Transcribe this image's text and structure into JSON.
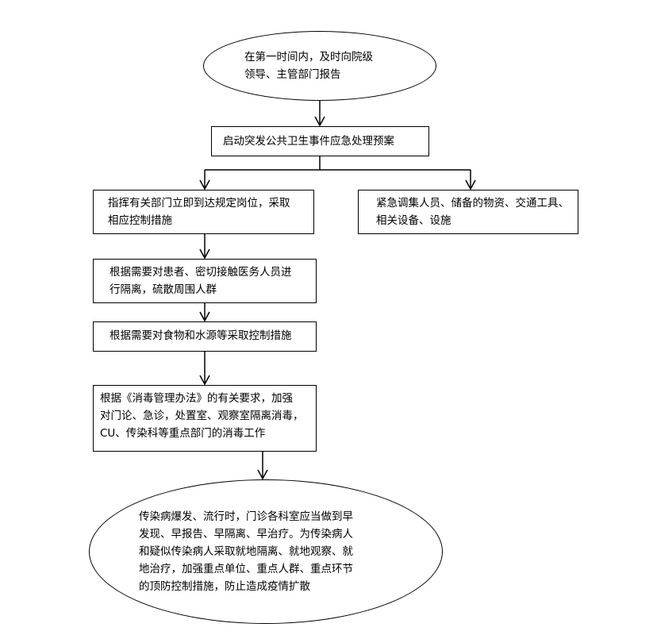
{
  "flowchart": {
    "start": "在第一时间内，及时向院级\n领导、主管部门报告",
    "activate_plan": "启动突发公共卫生事件应急处理预案",
    "direct_departments": "指挥有关部门立即到达规定岗位，采取\n相应控制措施",
    "mobilize_resources": "紧急调集人员、储备的物资、交通工具、\n相关设备、设施",
    "isolate_patients": "根据需要对患者、密切接触医务人员进\n行隔离，硫散周围人群",
    "control_food_water": "根据需要对食物和水源等采取控制措施",
    "disinfection": "根据《消毒管理办法》的有关要求，加强\n对门论、急诊，处置室、观察室隔离消毒，\nCU、传染科等重点部门的消毒工作",
    "end": "传染病爆发、流行时，门诊各科室应当做到早\n发现、早报告、早隔离、早治疗。为传染病人\n和疑似传染病人采取就地隔离、就地观察、就\n地治疗，加强重点单位、重点人群、重点环节\n的顶防控制措施，防止造成疫情扩散"
  }
}
